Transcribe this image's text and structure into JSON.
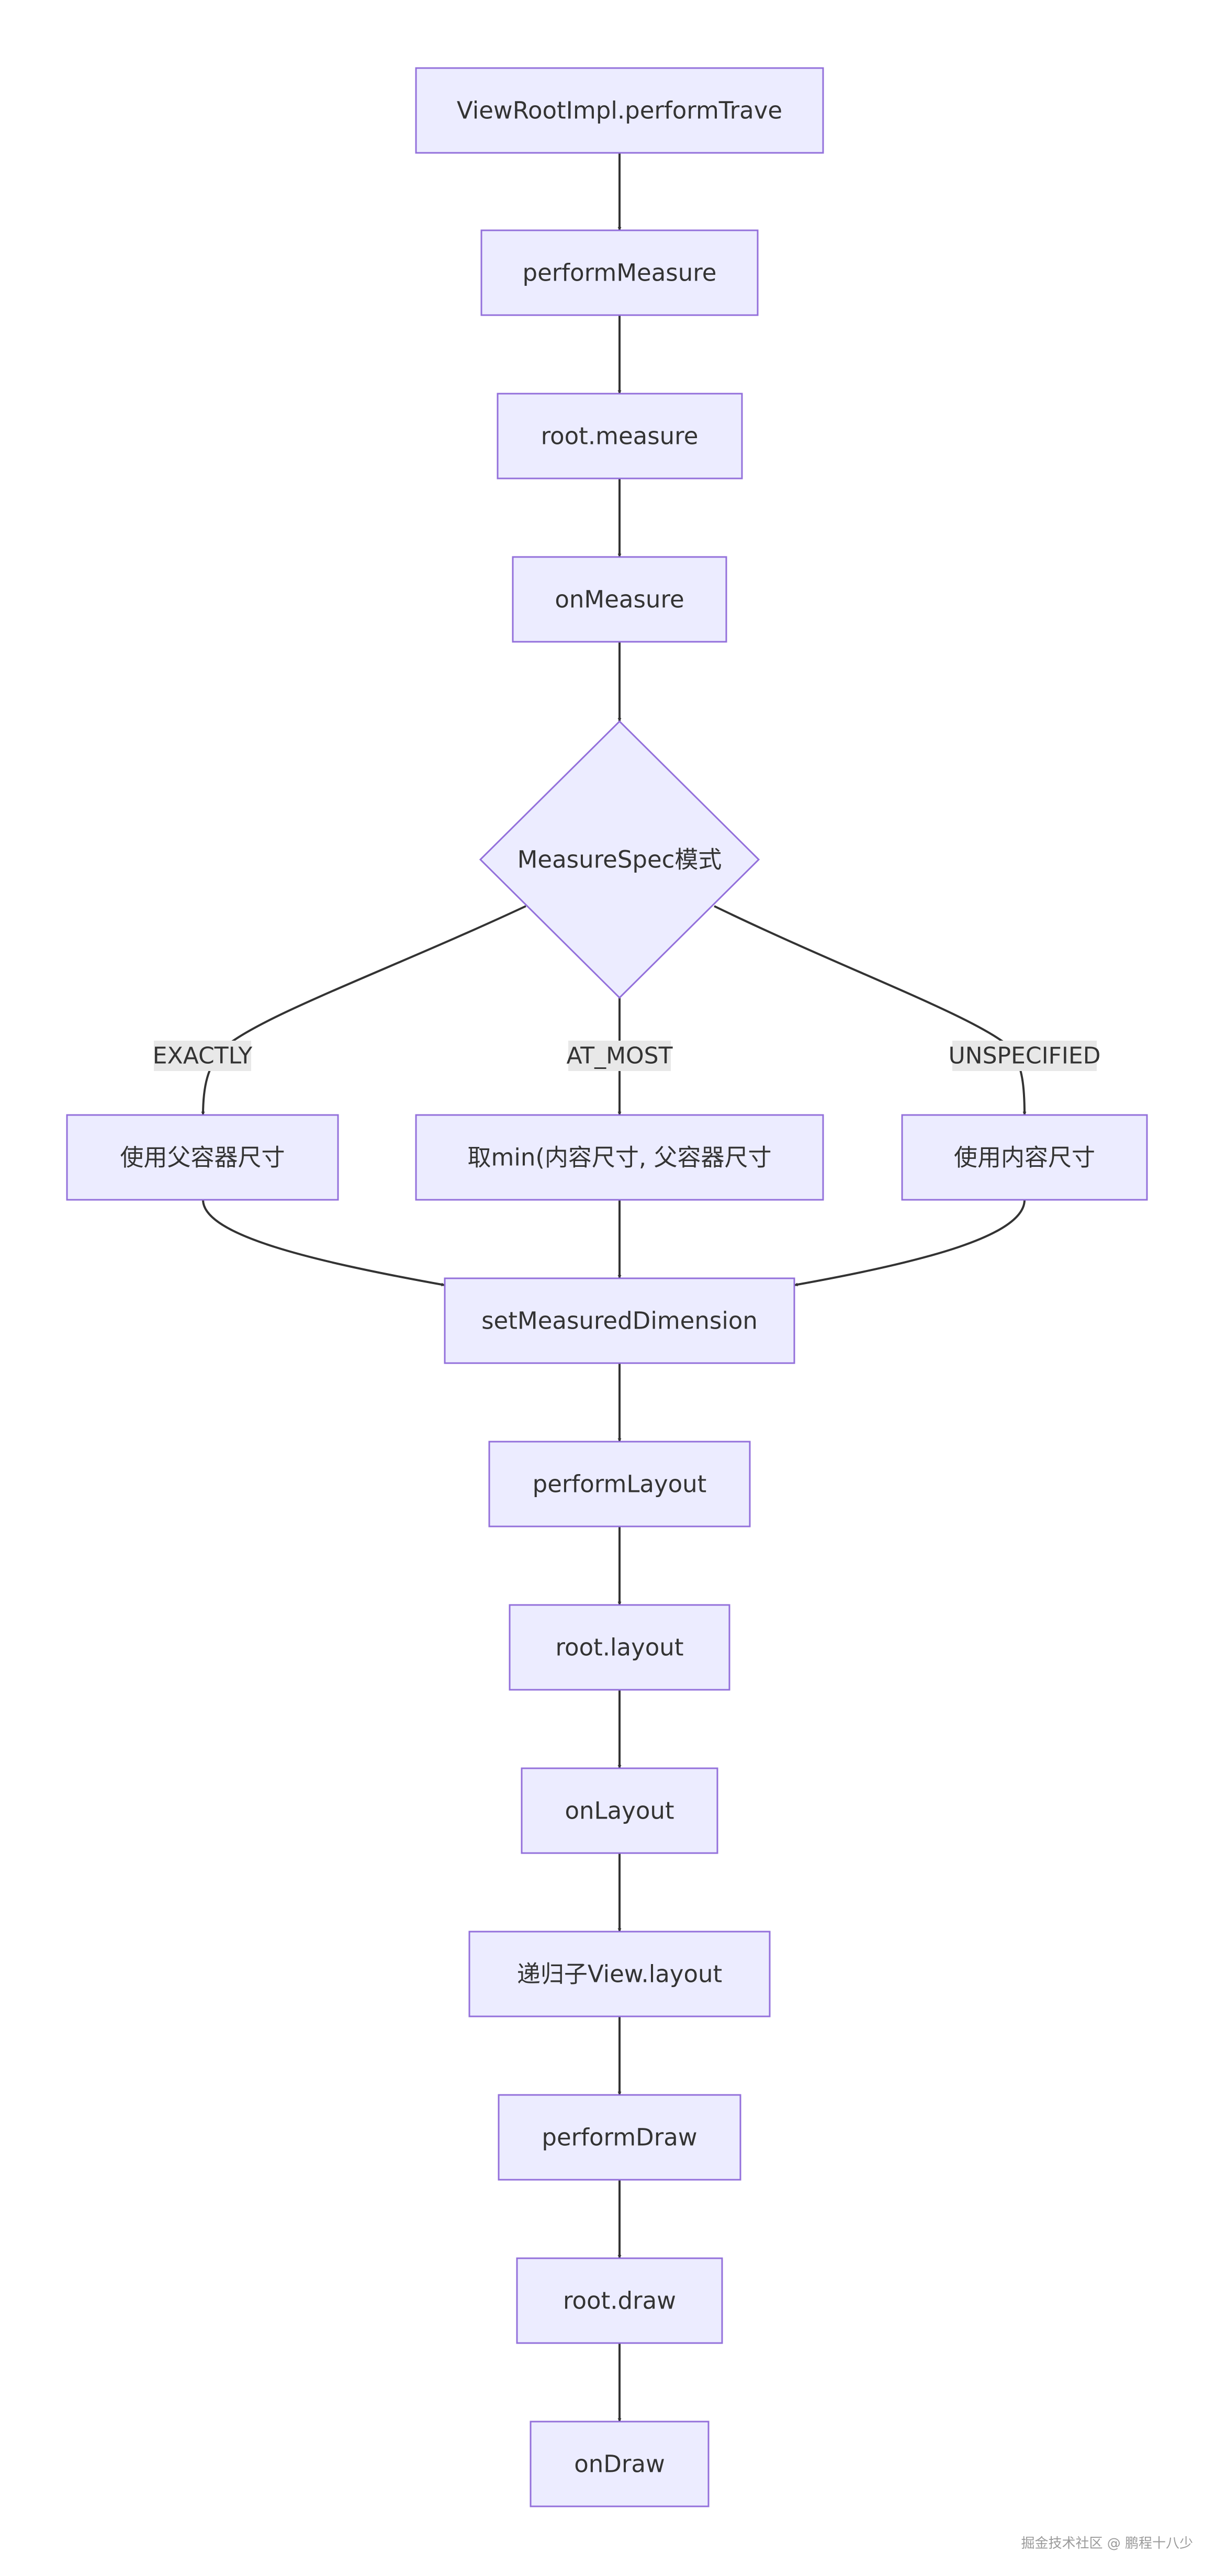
{
  "colors": {
    "node_fill": "#ECECFF",
    "node_stroke": "#9370DB",
    "edge": "#333333",
    "label_bg": "#E8E8E8",
    "text": "#333333"
  },
  "nodes": {
    "perform_traversals": "ViewRootImpl.performTrave",
    "perform_measure": "performMeasure",
    "root_measure": "root.measure",
    "on_measure": "onMeasure",
    "measure_spec_mode": "MeasureSpec模式",
    "use_parent_size": "使用父容器尺寸",
    "take_min": "取min(内容尺寸, 父容器尺寸",
    "use_content_size": "使用内容尺寸",
    "set_measured_dimension": "setMeasuredDimension",
    "perform_layout": "performLayout",
    "root_layout": "root.layout",
    "on_layout": "onLayout",
    "recurse_child_layout": "递归子View.layout",
    "perform_draw": "performDraw",
    "root_draw": "root.draw",
    "on_draw": "onDraw"
  },
  "edge_labels": {
    "exactly": "EXACTLY",
    "at_most": "AT_MOST",
    "unspecified": "UNSPECIFIED"
  },
  "watermark": "掘金技术社区 @ 鹏程十八少"
}
